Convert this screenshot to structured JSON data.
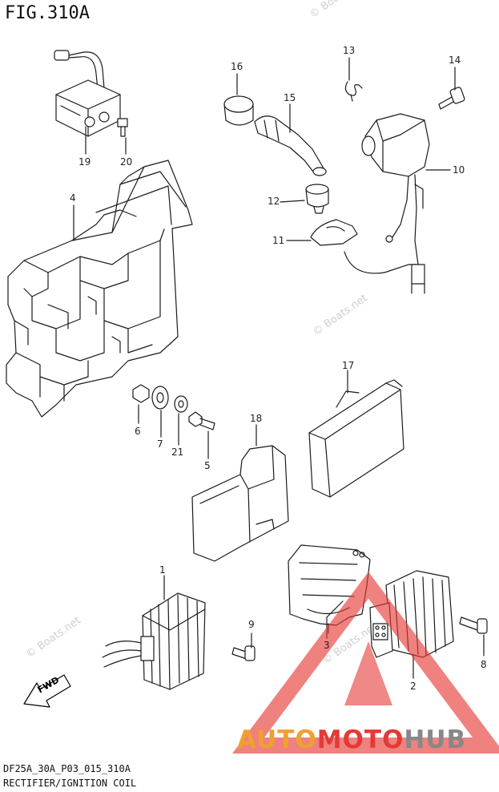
{
  "figure": {
    "title": "FIG.310A",
    "code": "DF25A_30A_P03_015_310A",
    "subtitle": "RECTIFIER/IGNITION COIL"
  },
  "callouts": [
    "1",
    "2",
    "3",
    "4",
    "5",
    "6",
    "7",
    "8",
    "9",
    "10",
    "11",
    "12",
    "13",
    "14",
    "15",
    "16",
    "17",
    "18",
    "19",
    "20",
    "21"
  ],
  "fwd_label": "FWD",
  "watermarks": {
    "boats": "© Boats.net"
  },
  "logo": {
    "part1": "AUTO",
    "part2": "MOTO",
    "part3": "HUB",
    "colors": {
      "auto": "#f0a030",
      "moto": "#e53935",
      "hub": "#888888",
      "triangle": "#e53935"
    }
  }
}
